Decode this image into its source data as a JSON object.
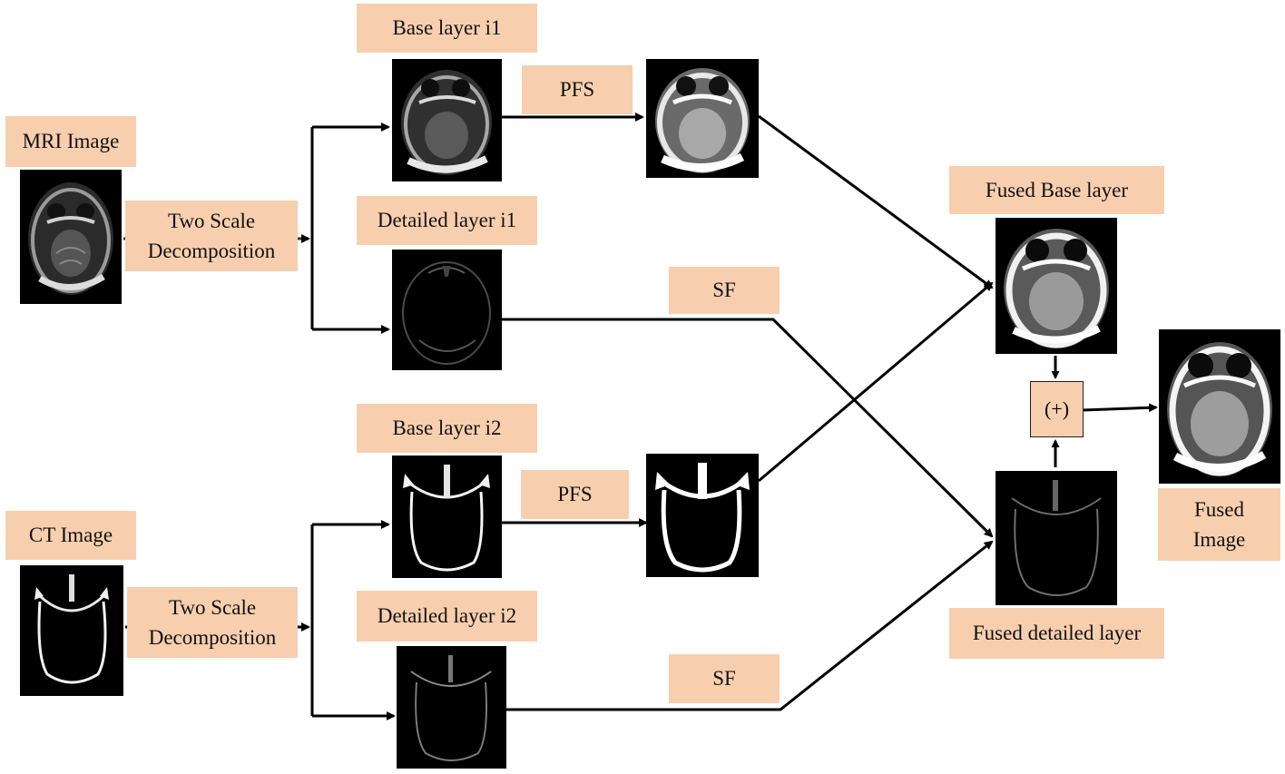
{
  "labels": {
    "mri_image": "MRI Image",
    "ct_image": "CT Image",
    "decomp_1_line1": "Two Scale",
    "decomp_1_line2": "Decomposition",
    "decomp_2_line1": "Two Scale",
    "decomp_2_line2": "Decomposition",
    "base_layer_i1": "Base layer i1",
    "detailed_layer_i1": "Detailed layer i1",
    "base_layer_i2": "Base layer i2",
    "detailed_layer_i2": "Detailed layer i2",
    "pfs_1": "PFS",
    "pfs_2": "PFS",
    "sf_1": "SF",
    "sf_2": "SF",
    "fused_base_layer": "Fused Base layer",
    "fused_detailed_layer": "Fused detailed layer",
    "fused_image_line1": "Fused",
    "fused_image_line2": "Image",
    "plus_operator": "(+)"
  },
  "colors": {
    "label_fill": "#f7cfae",
    "arrow": "#000000",
    "decomp_arrow": "#5a2a12"
  }
}
